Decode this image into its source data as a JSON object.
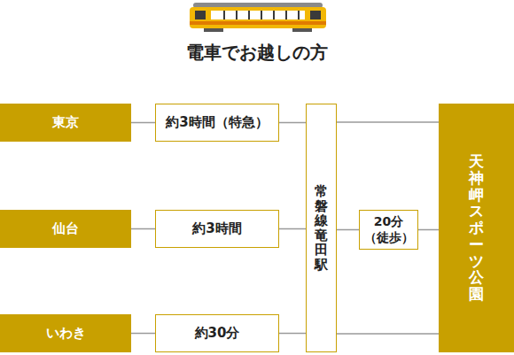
{
  "diagram": {
    "title": "電車でお越しの方",
    "nodes": [
      {
        "text": [
          "東京"
        ]
      },
      {
        "text": [
          "仙台"
        ]
      },
      {
        "text": [
          "いわき"
        ]
      },
      {
        "text": [
          "約3時間（特急）"
        ]
      },
      {
        "text": [
          "約3時間"
        ]
      },
      {
        "text": [
          "約30分"
        ]
      },
      {
        "text": [
          "常磐線竜田駅"
        ]
      },
      {
        "text": [
          "20分 （徒歩）"
        ]
      },
      {
        "text": [
          "天神岬スポーツ公園"
        ]
      }
    ],
    "edges": [
      {
        "from": 0,
        "to": 3,
        "arrow": "none"
      },
      {
        "from": 1,
        "to": 4,
        "arrow": "none"
      },
      {
        "from": 2,
        "to": 5,
        "arrow": "none"
      },
      {
        "from": 3,
        "to": 6,
        "arrow": "none"
      },
      {
        "from": 4,
        "to": 6,
        "arrow": "none"
      },
      {
        "from": 5,
        "to": 6,
        "arrow": "none"
      },
      {
        "from": 6,
        "to": 8,
        "arrow": "none"
      },
      {
        "from": 6,
        "to": 7,
        "arrow": "none"
      },
      {
        "from": 7,
        "to": 8,
        "arrow": "none"
      },
      {
        "from": 6,
        "to": 8,
        "arrow": "none"
      }
    ]
  }
}
